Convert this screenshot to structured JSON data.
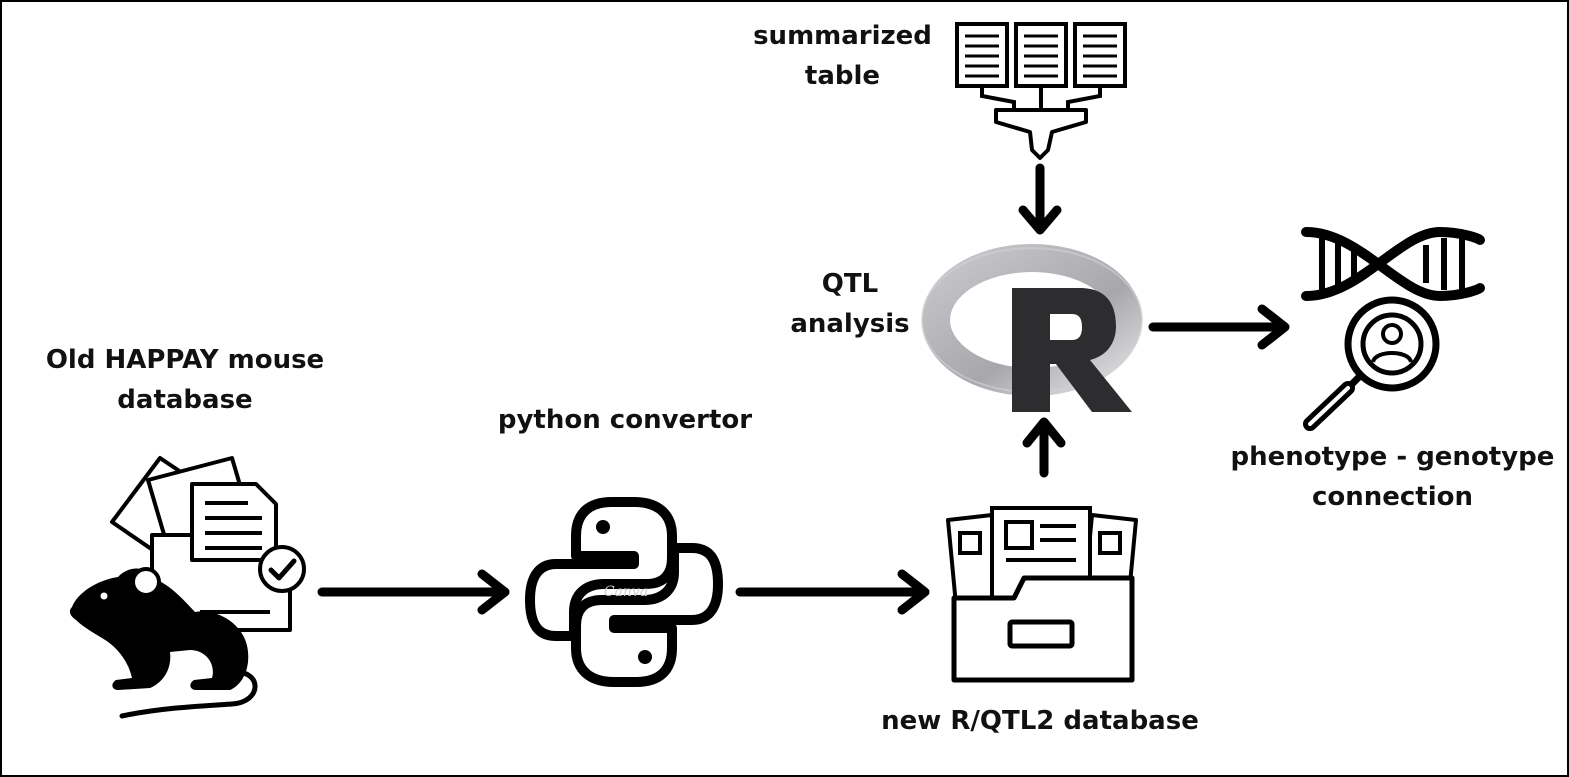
{
  "labels": {
    "old_db": [
      "Old HAPPAY mouse",
      "database"
    ],
    "python": [
      "python convertor"
    ],
    "new_db": [
      "new R/QTL2 database"
    ],
    "summary": [
      "summarized",
      "table"
    ],
    "qtl": [
      "QTL",
      "analysis"
    ],
    "result": [
      "phenotype - genotype",
      "connection"
    ]
  },
  "logo_letters": {
    "r_logo": "R",
    "watermark": "Canva"
  },
  "icons": [
    "mouse-database-icon",
    "python-logo-icon",
    "file-drawer-icon",
    "summarized-table-icon",
    "r-logo-icon",
    "dna-search-icon"
  ],
  "colors": {
    "ink": "#000000",
    "r_ring": "#b4b4b8",
    "r_letter": "#2d2d30"
  }
}
